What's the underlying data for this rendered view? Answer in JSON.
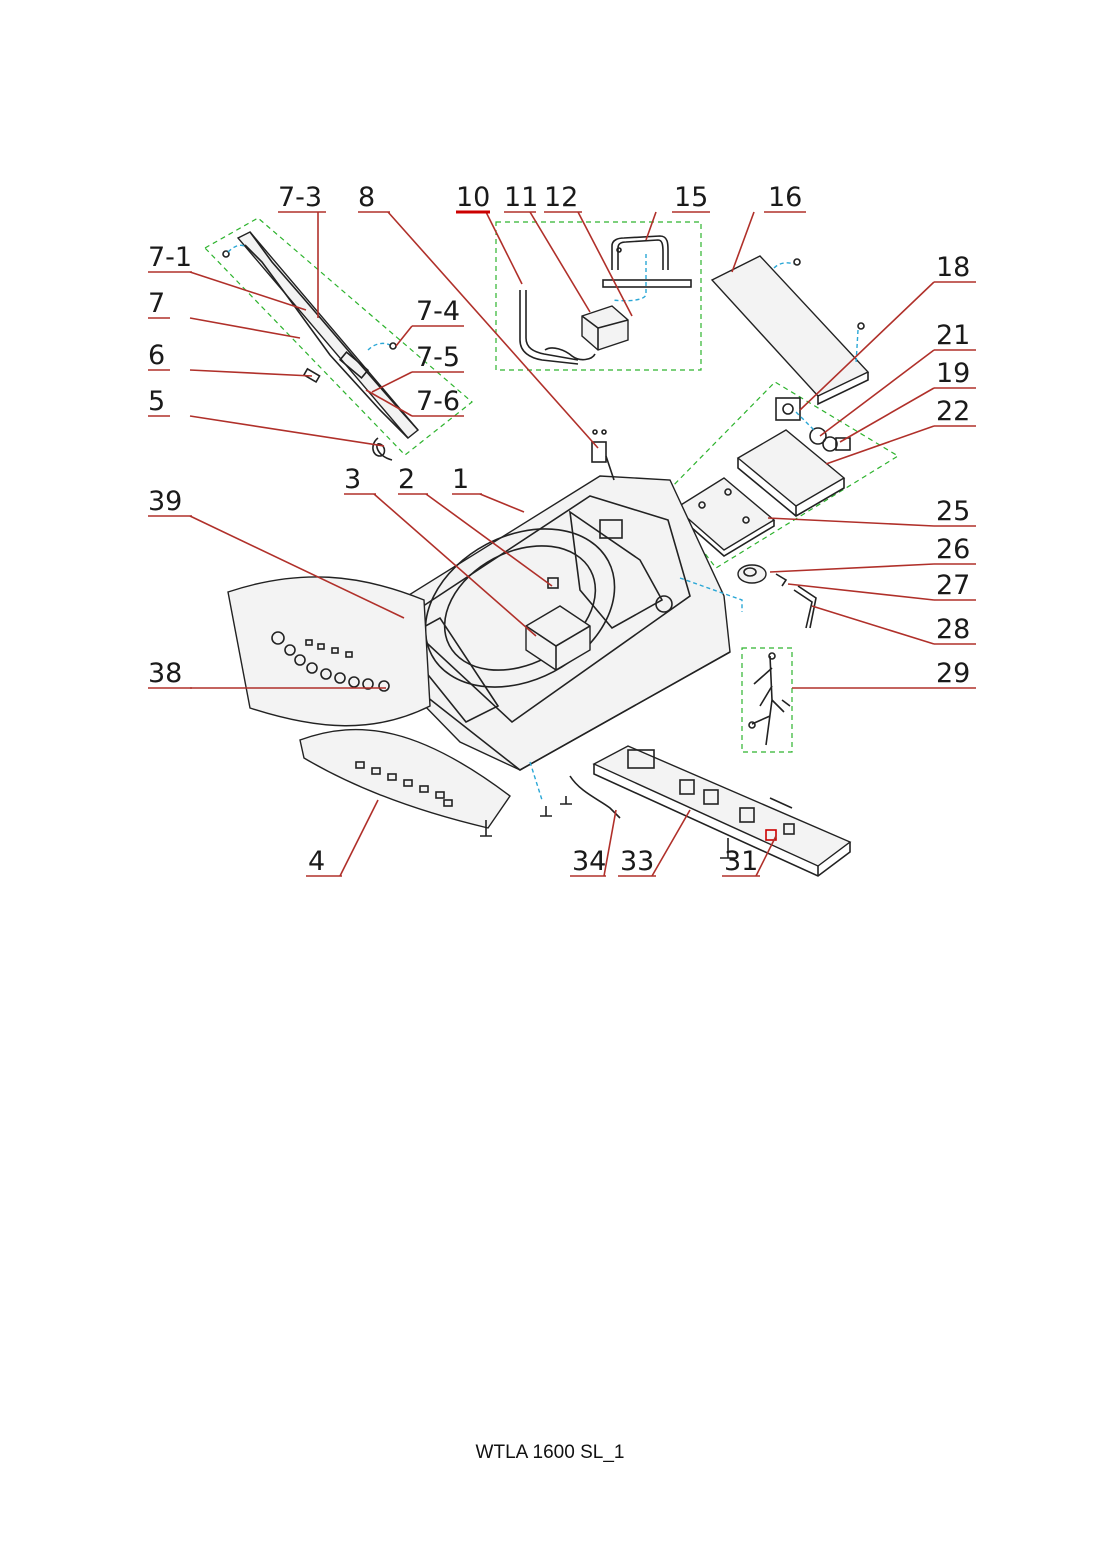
{
  "diagram": {
    "callouts": [
      "7-3",
      "8",
      "10",
      "11",
      "12",
      "15",
      "16",
      "7-1",
      "7",
      "7-4",
      "7-5",
      "6",
      "7-6",
      "5",
      "18",
      "21",
      "19",
      "22",
      "3",
      "2",
      "1",
      "39",
      "25",
      "26",
      "27",
      "28",
      "38",
      "29",
      "4",
      "34",
      "33",
      "31"
    ]
  },
  "footer": {
    "text": "WTLA 1600 SL_1"
  },
  "colors": {
    "leader": "#b0302a",
    "group_box": "#2db32d",
    "wire": "#2aa7d6",
    "highlight": "#cc0000"
  }
}
